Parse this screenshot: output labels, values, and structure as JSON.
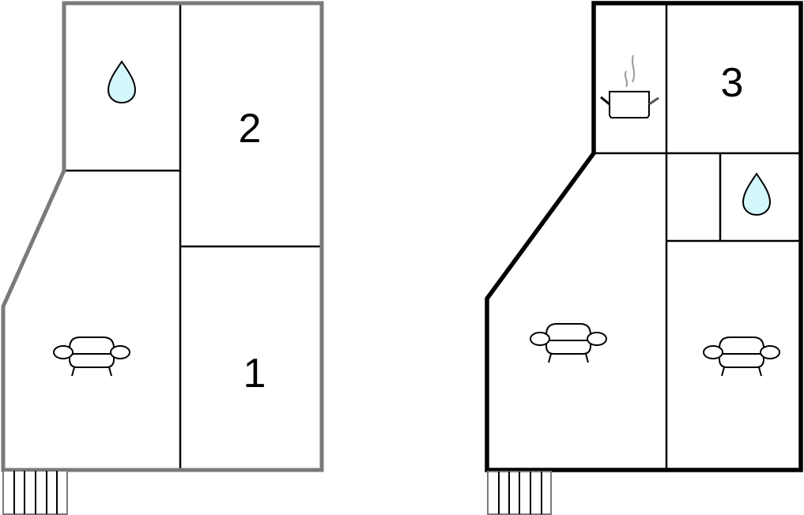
{
  "plans": [
    {
      "name": "floor-plan-left",
      "wall_color": "#7a7a7a",
      "rooms": [
        {
          "id": "bathroom",
          "icon": "water-drop-icon"
        },
        {
          "id": "bedroom-2",
          "label": "2"
        },
        {
          "id": "living-room",
          "icon": "sofa-icon"
        },
        {
          "id": "bedroom-1",
          "label": "1"
        }
      ],
      "stairs": {
        "icon": "stairs-icon",
        "steps": 6
      }
    },
    {
      "name": "floor-plan-right",
      "wall_color": "#000000",
      "rooms": [
        {
          "id": "kitchen",
          "icon": "cooking-pot-icon"
        },
        {
          "id": "bedroom-3",
          "label": "3"
        },
        {
          "id": "hallway"
        },
        {
          "id": "bathroom",
          "icon": "water-drop-icon"
        },
        {
          "id": "living-room",
          "icon": "sofa-icon"
        },
        {
          "id": "living-room-2",
          "icon": "sofa-icon"
        }
      ],
      "stairs": {
        "icon": "stairs-icon",
        "steps": 6
      }
    }
  ],
  "colors": {
    "water": "#d4f7fb",
    "left_wall": "#7a7a7a",
    "right_wall": "#000000",
    "steam": "#9a9a9a"
  }
}
